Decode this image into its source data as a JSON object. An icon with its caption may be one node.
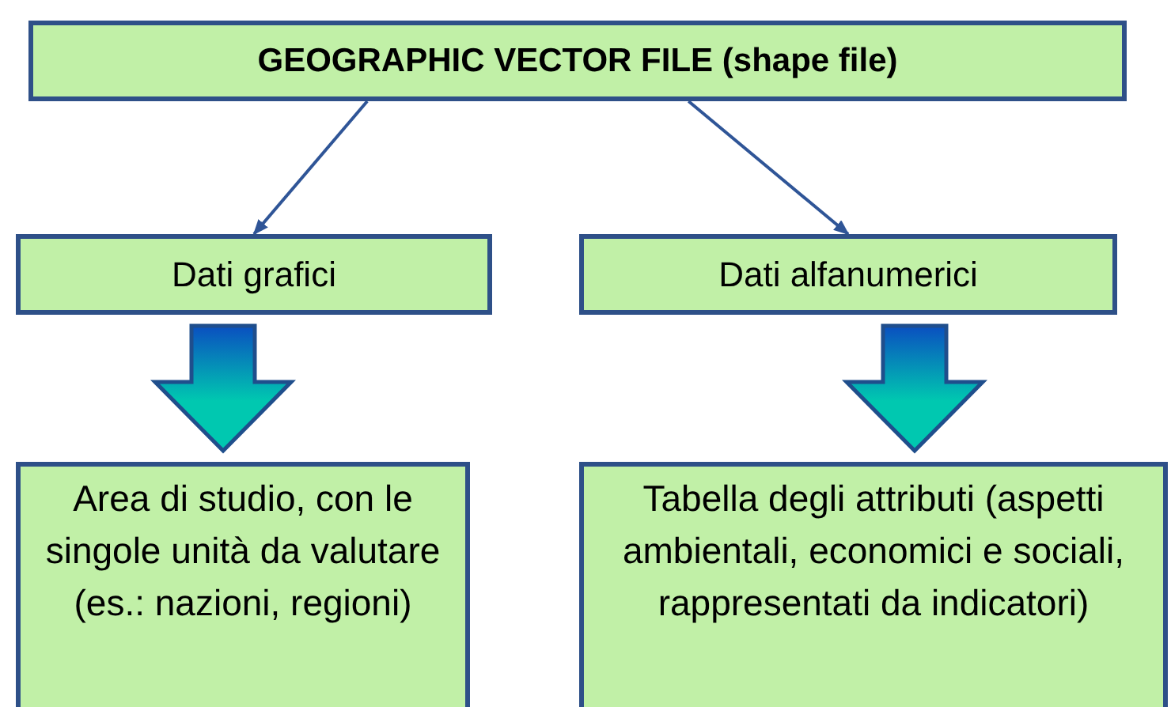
{
  "diagram": {
    "nodes": [
      {
        "text": [
          "GEOGRAPHIC VECTOR FILE (shape file)"
        ]
      },
      {
        "text": [
          "Dati grafici"
        ]
      },
      {
        "text": [
          "Dati alfanumerici"
        ]
      },
      {
        "text": [
          "Area di studio, con le singole unità da valutare (es.: nazioni, regioni)"
        ]
      },
      {
        "text": [
          "Tabella degli attributi (aspetti ambientali, economici e sociali, rappresentati da indicatori)"
        ]
      }
    ],
    "edges": [
      {
        "from": 0,
        "to": 1,
        "arrow": "to"
      },
      {
        "from": 0,
        "to": 2,
        "arrow": "to"
      },
      {
        "from": 1,
        "to": 3,
        "arrow": "to",
        "style": "thick"
      },
      {
        "from": 2,
        "to": 4,
        "arrow": "to",
        "style": "thick"
      }
    ]
  }
}
